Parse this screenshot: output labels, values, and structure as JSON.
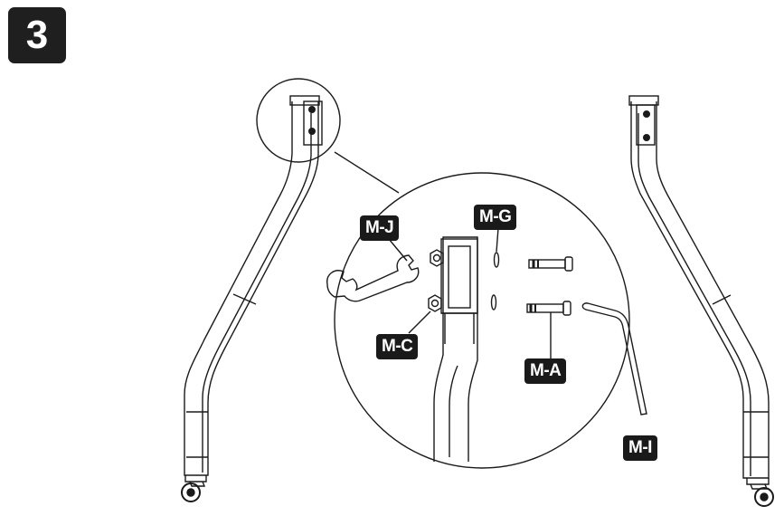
{
  "step": {
    "number": "3"
  },
  "parts": {
    "m_j": "M-J",
    "m_g": "M-G",
    "m_c": "M-C",
    "m_a": "M-A",
    "m_i": "M-I"
  },
  "colors": {
    "stroke": "#1a1a1a",
    "label_bg": "#1a1a1a",
    "label_text": "#ffffff"
  }
}
